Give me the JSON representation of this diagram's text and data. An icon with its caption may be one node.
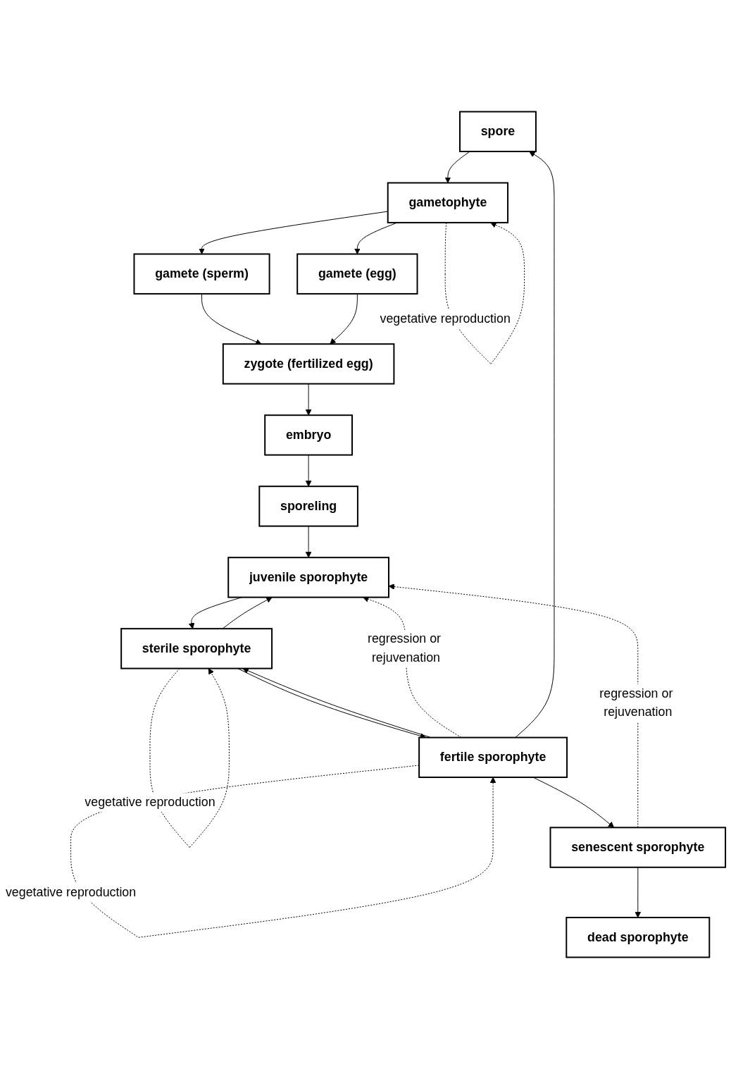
{
  "diagram": {
    "nodes": [
      {
        "text": [
          "spore"
        ]
      },
      {
        "text": [
          "gametophyte"
        ]
      },
      {
        "text": [
          "gamete (sperm)"
        ]
      },
      {
        "text": [
          "gamete (egg)"
        ]
      },
      {
        "text": [
          "zygote (fertilized egg)"
        ]
      },
      {
        "text": [
          "embryo"
        ]
      },
      {
        "text": [
          "sporeling"
        ]
      },
      {
        "text": [
          "juvenile sporophyte"
        ]
      },
      {
        "text": [
          "sterile sporophyte"
        ]
      },
      {
        "text": [
          "fertile sporophyte"
        ]
      },
      {
        "text": [
          "senescent sporophyte"
        ]
      },
      {
        "text": [
          "dead sporophyte"
        ]
      }
    ],
    "edges": [
      {
        "from": 0,
        "to": 1,
        "arrow": "to"
      },
      {
        "from": 1,
        "to": 1,
        "arrow": "to",
        "style": "dashed",
        "label": "vegetative reproduction"
      },
      {
        "from": 1,
        "to": 2,
        "arrow": "to"
      },
      {
        "from": 1,
        "to": 3,
        "arrow": "to"
      },
      {
        "from": 2,
        "to": 4,
        "arrow": "to"
      },
      {
        "from": 3,
        "to": 4,
        "arrow": "to"
      },
      {
        "from": 4,
        "to": 5,
        "arrow": "to"
      },
      {
        "from": 5,
        "to": 6,
        "arrow": "to"
      },
      {
        "from": 6,
        "to": 7,
        "arrow": "to"
      },
      {
        "from": 7,
        "to": 8,
        "arrow": "to"
      },
      {
        "from": 8,
        "to": 7,
        "arrow": "to"
      },
      {
        "from": 8,
        "to": 8,
        "arrow": "to",
        "style": "dashed",
        "label": "vegetative reproduction"
      },
      {
        "from": 8,
        "to": 9,
        "arrow": "to"
      },
      {
        "from": 9,
        "to": 8,
        "arrow": "to"
      },
      {
        "from": 9,
        "to": 9,
        "arrow": "to",
        "style": "dashed",
        "label": "vegetative reproduction"
      },
      {
        "from": 9,
        "to": 10,
        "arrow": "to"
      },
      {
        "from": 10,
        "to": 11,
        "arrow": "to"
      },
      {
        "from": 9,
        "to": 7,
        "arrow": "to",
        "style": "dashed",
        "label": "regression or rejuvenation"
      },
      {
        "from": 10,
        "to": 7,
        "arrow": "to",
        "style": "dashed",
        "label": "regression or rejuvenation"
      },
      {
        "from": 9,
        "to": 0,
        "arrow": "to"
      }
    ]
  }
}
